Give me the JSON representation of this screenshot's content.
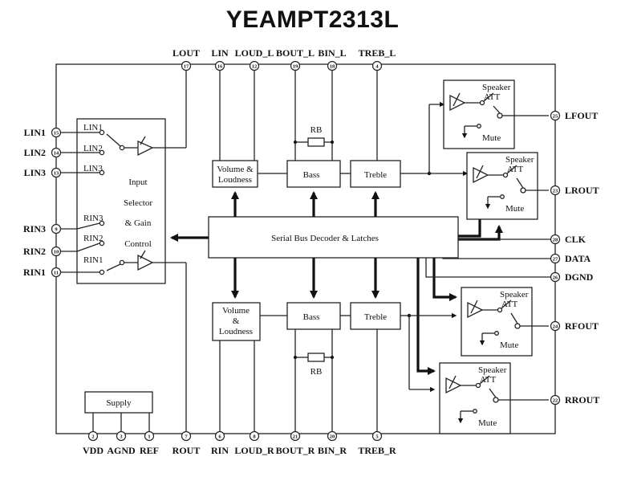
{
  "title": "YEAMPT2313L",
  "top_pins": [
    {
      "label": "LOUT",
      "num": "17"
    },
    {
      "label": "LIN",
      "num": "16"
    },
    {
      "label": "LOUD_L",
      "num": "12"
    },
    {
      "label": "BOUT_L",
      "num": "19"
    },
    {
      "label": "BIN_L",
      "num": "18"
    },
    {
      "label": "TREB_L",
      "num": "4"
    }
  ],
  "bottom_pins": [
    {
      "label": "VDD",
      "num": "2"
    },
    {
      "label": "AGND",
      "num": "3"
    },
    {
      "label": "REF",
      "num": "1"
    },
    {
      "label": "ROUT",
      "num": "7"
    },
    {
      "label": "RIN",
      "num": "6"
    },
    {
      "label": "LOUD_R",
      "num": "8"
    },
    {
      "label": "BOUT_R",
      "num": "21"
    },
    {
      "label": "BIN_R",
      "num": "20"
    },
    {
      "label": "TREB_R",
      "num": "5"
    }
  ],
  "left_pins": [
    {
      "label": "LIN1",
      "num": "15"
    },
    {
      "label": "LIN2",
      "num": "14"
    },
    {
      "label": "LIN3",
      "num": "13"
    },
    {
      "label": "RIN3",
      "num": "9"
    },
    {
      "label": "RIN2",
      "num": "10"
    },
    {
      "label": "RIN1",
      "num": "11"
    }
  ],
  "right_pins": [
    {
      "label": "LFOUT",
      "num": "25"
    },
    {
      "label": "LROUT",
      "num": "23"
    },
    {
      "label": "CLK",
      "num": "28"
    },
    {
      "label": "DATA",
      "num": "27"
    },
    {
      "label": "DGND",
      "num": "26"
    },
    {
      "label": "RFOUT",
      "num": "24"
    },
    {
      "label": "RROUT",
      "num": "22"
    }
  ],
  "selector": {
    "inner_labels": [
      "LIN1",
      "LIN2",
      "LIN3",
      "RIN3",
      "RIN2",
      "RIN1"
    ],
    "title_lines": [
      "Input",
      "Selector",
      "& Gain",
      "Control"
    ]
  },
  "blocks": {
    "volume_l": [
      "Volume &",
      "Loudness"
    ],
    "volume_r": [
      "Volume",
      "&",
      "Loudness"
    ],
    "bass": "Bass",
    "treble": "Treble",
    "rb": "RB",
    "serial": "Serial Bus Decoder & Latches",
    "supply": "Supply"
  },
  "speaker": {
    "line1": "Speaker",
    "line2": "ATT",
    "mute": "Mute"
  }
}
